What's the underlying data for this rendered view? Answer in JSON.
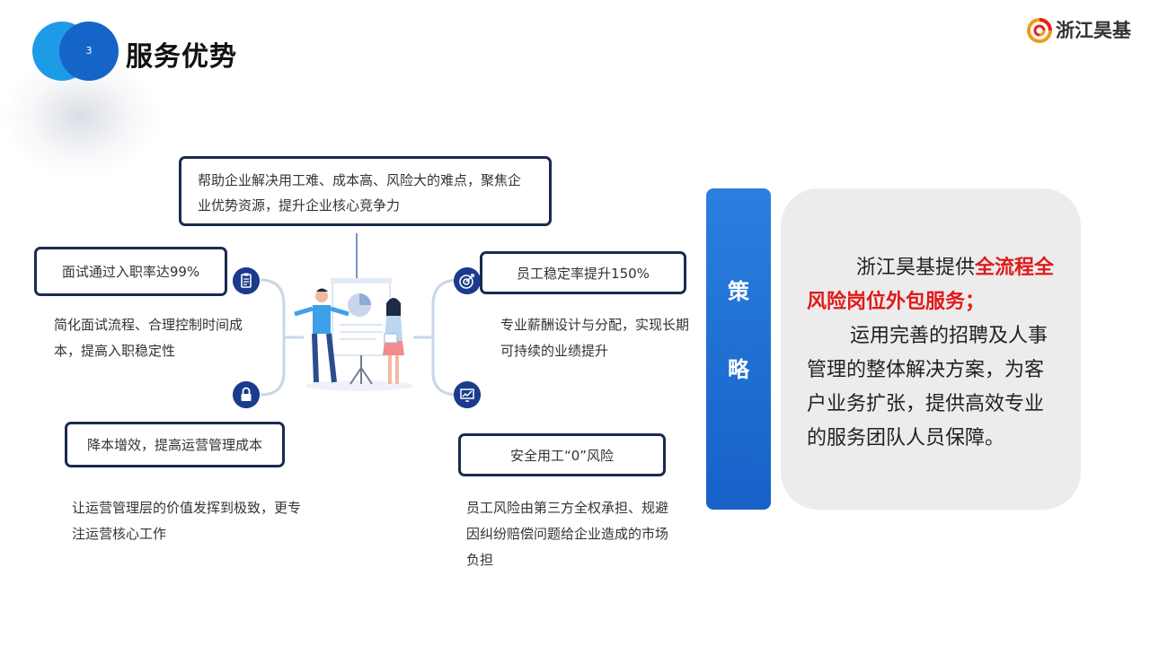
{
  "header": {
    "number": "3",
    "title": "服务优势"
  },
  "logo": {
    "text": "浙江昊基",
    "icon": "swirl-logo-icon"
  },
  "top_box": {
    "text": "帮助企业解决用工难、成本高、风险大的难点，聚焦企业优势资源，提升企业核心竞争力"
  },
  "items": [
    {
      "title": "面试通过入职率达99%",
      "icon": "clipboard-icon",
      "description": "简化面试流程、合理控制时间成本，提高入职稳定性"
    },
    {
      "title": "员工稳定率提升150%",
      "icon": "target-icon",
      "description": "专业薪酬设计与分配，实现长期可持续的业绩提升"
    },
    {
      "title": "降本增效，提高运营管理成本",
      "icon": "lock-icon",
      "description": "让运营管理层的价值发挥到极致，更专注运营核心工作"
    },
    {
      "title": "安全用工“0”风险",
      "icon": "chart-icon",
      "description": "员工风险由第三方全权承担、规避因纠纷赔偿问题给企业造成的市场负担"
    }
  ],
  "strategy": {
    "chars": [
      "策",
      "略"
    ],
    "text_lead": "浙江昊基提供",
    "text_highlight": "全流程全风险岗位外包服务；",
    "text_body": "运用完善的招聘及人事管理的整体解决方案，为客户业务扩张，提供高效专业的服务团队人员保障。"
  },
  "colors": {
    "accent_blue": "#1761c8",
    "dark_navy": "#1b2a4e",
    "highlight_red": "#e01a1a",
    "panel_gray": "#ececec"
  }
}
